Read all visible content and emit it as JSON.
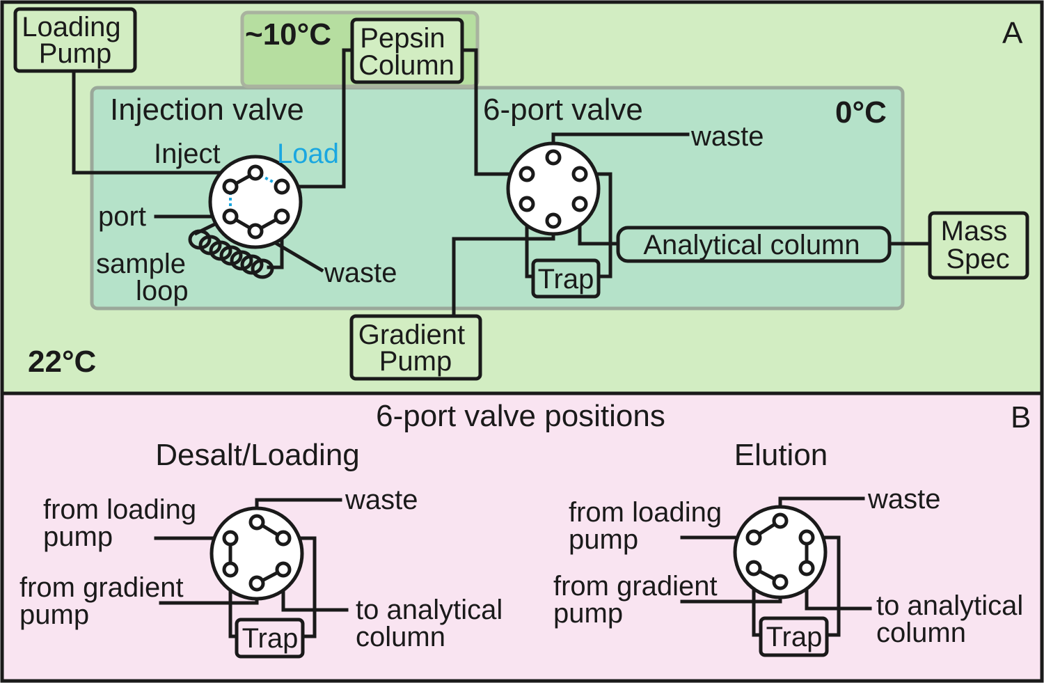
{
  "colors": {
    "panel_a_bg": "#d2edc2",
    "panel_b_bg": "#f9e4f1",
    "cold_zone_bg": "#b5e2c9",
    "cool_zone_bg": "#b6dea0",
    "box_fill": "#d2edc2",
    "load_text": "#1aa7e0",
    "line": "#1a1a1a"
  },
  "panel_a": {
    "label": "A",
    "room_temp": "22°C",
    "cool_zone_temp": "~10°C",
    "cold_zone_temp": "0°C",
    "loading_pump": [
      "Loading",
      "Pump"
    ],
    "pepsin_column": [
      "Pepsin",
      "Column"
    ],
    "gradient_pump": [
      "Gradient",
      "Pump"
    ],
    "mass_spec": [
      "Mass",
      "Spec"
    ],
    "analytical_column": "Analytical column",
    "trap": "Trap",
    "injection_valve": {
      "title": "Injection valve",
      "inject": "Inject",
      "load": "Load",
      "port": "port",
      "sample_loop": [
        "sample",
        "loop"
      ],
      "waste": "waste"
    },
    "six_port_valve": {
      "title": "6-port valve",
      "waste": "waste"
    }
  },
  "panel_b": {
    "label": "B",
    "title": "6-port valve positions",
    "desalt": {
      "title": "Desalt/Loading",
      "from_loading": [
        "from loading",
        "pump"
      ],
      "from_gradient": [
        "from gradient",
        "pump"
      ],
      "waste": "waste",
      "to_analytical": [
        "to analytical",
        "column"
      ],
      "trap": "Trap"
    },
    "elution": {
      "title": "Elution",
      "from_loading": [
        "from loading",
        "pump"
      ],
      "from_gradient": [
        "from gradient",
        "pump"
      ],
      "waste": "waste",
      "to_analytical": [
        "to analytical",
        "column"
      ],
      "trap": "Trap"
    }
  }
}
